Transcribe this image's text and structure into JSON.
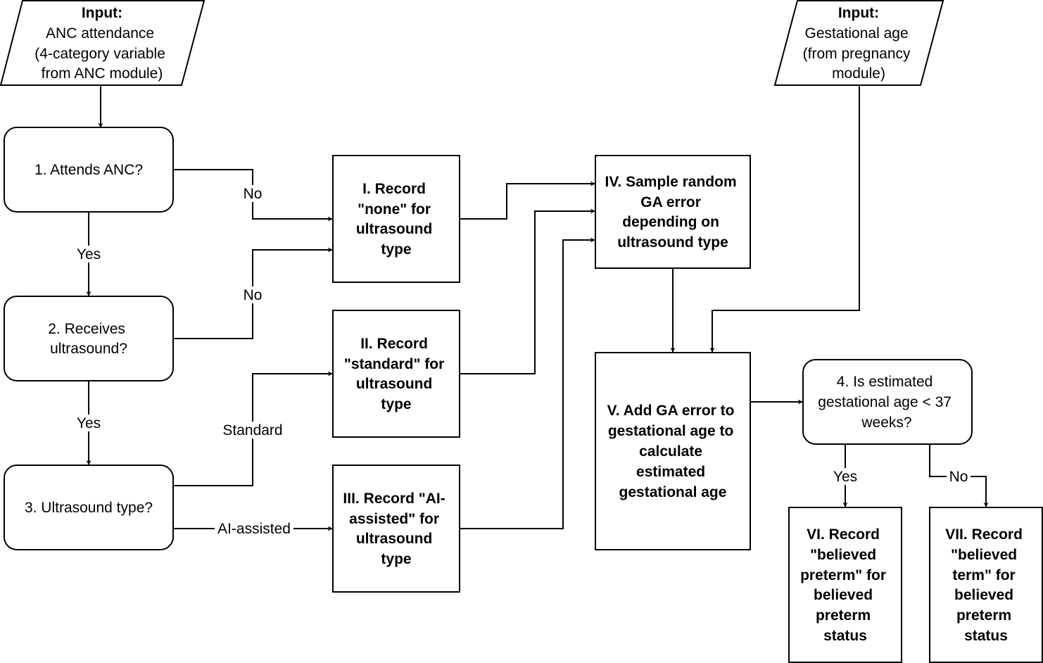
{
  "inputs": {
    "anc": {
      "title": "Input:",
      "lines": [
        "ANC attendance",
        "(4-category variable",
        "from ANC module)"
      ]
    },
    "ga": {
      "title": "Input:",
      "lines": [
        "Gestational age",
        "(from pregnancy",
        "module)"
      ]
    }
  },
  "decisions": {
    "q1": [
      "1. Attends ANC?"
    ],
    "q2": [
      "2. Receives",
      "ultrasound?"
    ],
    "q3": [
      "3. Ultrasound type?"
    ],
    "q4": [
      "4. Is estimated",
      "gestational age < 37",
      "weeks?"
    ]
  },
  "steps": {
    "s1": [
      "I. Record",
      "\"none\" for",
      "ultrasound",
      "type"
    ],
    "s2": [
      "II. Record",
      "\"standard\" for",
      "ultrasound",
      "type"
    ],
    "s3": [
      "III. Record \"AI-",
      "assisted\" for",
      "ultrasound",
      "type"
    ],
    "s4": [
      "IV. Sample random",
      "GA error",
      "depending on",
      "ultrasound type"
    ],
    "s5": [
      "V. Add GA error to",
      "gestational age to",
      "calculate",
      "estimated",
      "gestational age"
    ],
    "s6": [
      "VI. Record",
      "\"believed",
      "preterm\" for",
      "believed",
      "preterm",
      "status"
    ],
    "s7": [
      "VII. Record",
      "\"believed",
      "term\" for",
      "believed",
      "preterm",
      "status"
    ]
  },
  "edge_labels": {
    "q1_no": "No",
    "q1_yes": "Yes",
    "q2_no": "No",
    "q2_yes": "Yes",
    "q3_standard": "Standard",
    "q3_ai": "AI-assisted",
    "q4_yes": "Yes",
    "q4_no": "No"
  }
}
